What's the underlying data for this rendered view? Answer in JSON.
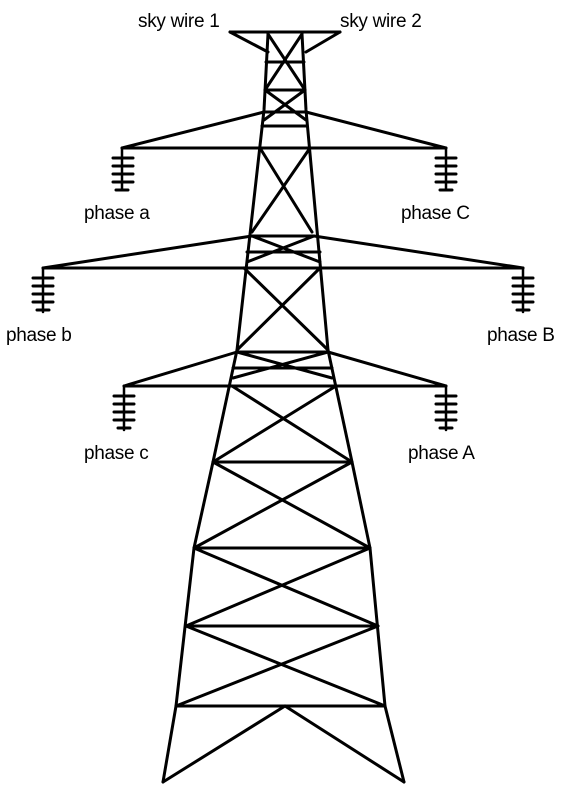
{
  "diagram": {
    "labels": {
      "sky_wire_1": "sky wire 1",
      "sky_wire_2": "sky wire 2",
      "phase_a_lower": "phase a",
      "phase_C_upper": "phase C",
      "phase_b_lower": "phase b",
      "phase_B_upper": "phase B",
      "phase_c_lower": "phase c",
      "phase_A_upper": "phase A"
    },
    "colors": {
      "line": "#000000",
      "background": "#ffffff"
    }
  }
}
